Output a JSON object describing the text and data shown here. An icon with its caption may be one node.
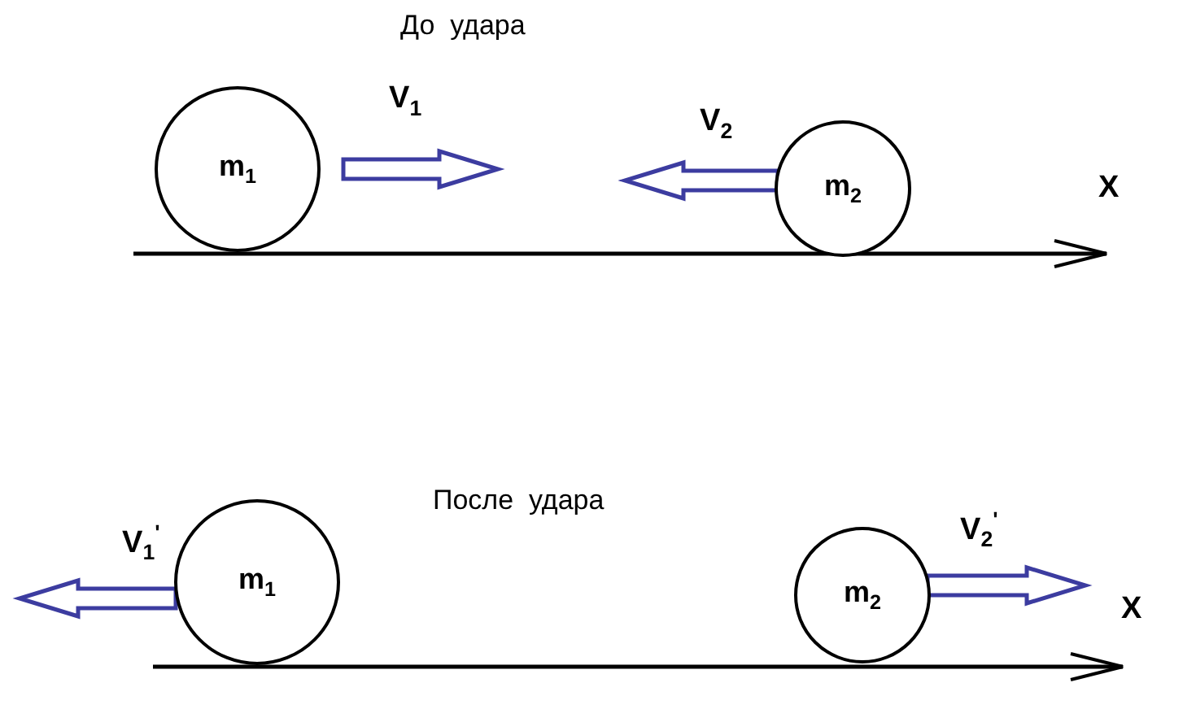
{
  "diagram": {
    "nodes": [
      {
        "text": [
          "m$_{1}$"
        ]
      },
      {
        "text": [
          "m$_{2}$"
        ]
      },
      {
        "text": [
          "m$_{1}$"
        ]
      },
      {
        "text": [
          "m$_{2}$"
        ]
      }
    ],
    "labels": [
      "До  удара",
      "V$_{1}$",
      "V$_{2}$",
      "X",
      "После  удара",
      "V$_{1}$$^{'}$",
      "V$_{2}$$^{'}$",
      "X"
    ]
  }
}
